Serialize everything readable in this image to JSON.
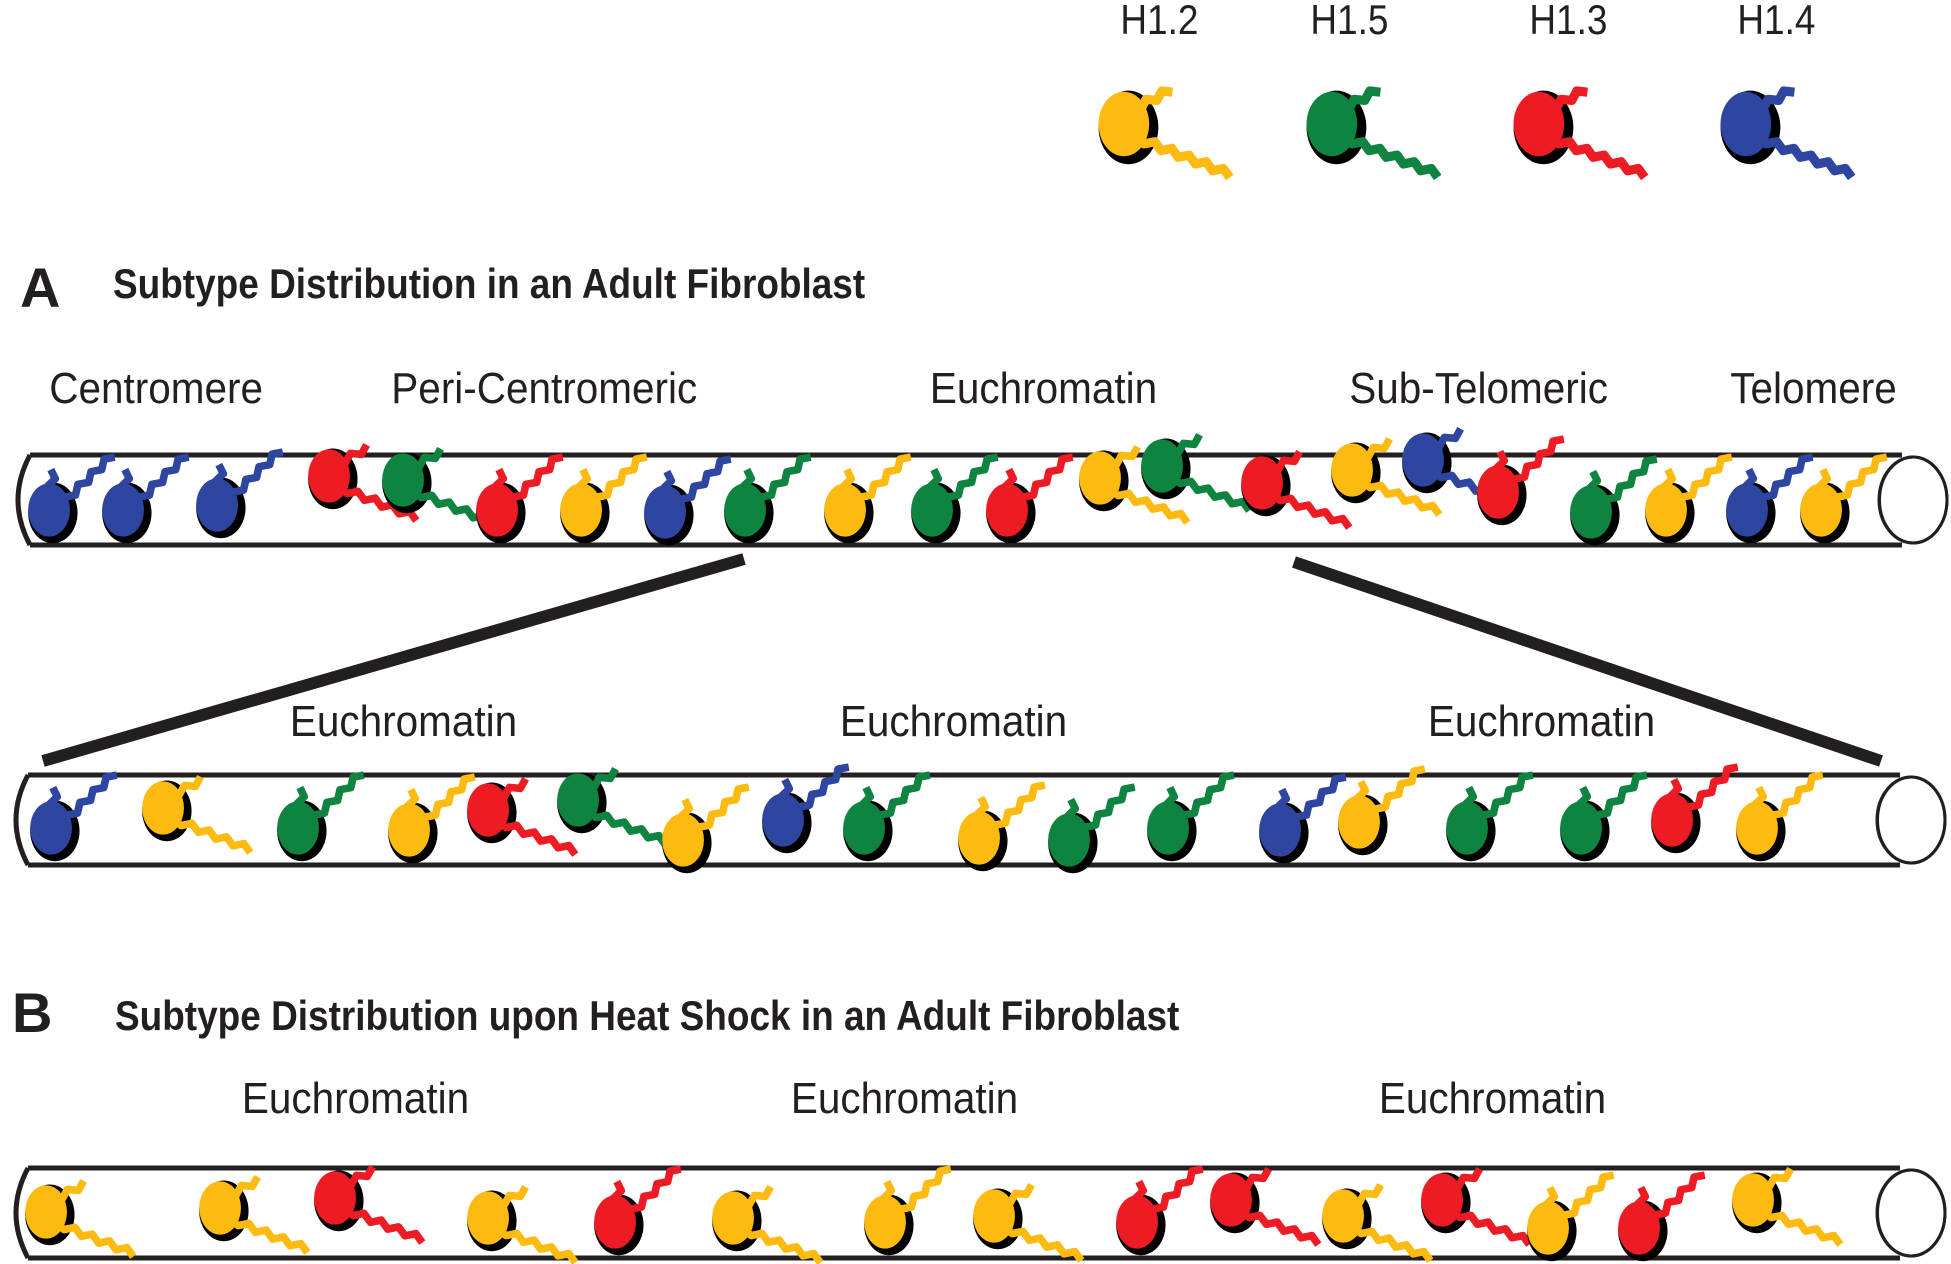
{
  "legend": {
    "items": [
      {
        "label": "H1.2",
        "color": "#fdbb12"
      },
      {
        "label": "H1.5",
        "color": "#0f8440"
      },
      {
        "label": "H1.3",
        "color": "#ed1c24"
      },
      {
        "label": "H1.4",
        "color": "#2e46a0"
      }
    ]
  },
  "colors": {
    "H1.2": "#fdbb12",
    "H1.5": "#0f8440",
    "H1.3": "#ed1c24",
    "H1.4": "#2e46a0",
    "outline": "#000000",
    "text": "#231f20"
  },
  "panel_a": {
    "letter": "A",
    "title": "Subtype Distribution in an Adult Fibroblast",
    "regions": [
      "Centromere",
      "Peri-Centromeric",
      "Euchromatin",
      "Sub-Telomeric",
      "Telomere"
    ],
    "fiber": [
      {
        "subtype": "H1.4",
        "pose": "bound"
      },
      {
        "subtype": "H1.4",
        "pose": "bound"
      },
      {
        "subtype": "H1.4",
        "pose": "bound"
      },
      {
        "subtype": "H1.3",
        "pose": "loose"
      },
      {
        "subtype": "H1.5",
        "pose": "loose"
      },
      {
        "subtype": "H1.3",
        "pose": "bound"
      },
      {
        "subtype": "H1.2",
        "pose": "bound"
      },
      {
        "subtype": "H1.4",
        "pose": "bound"
      },
      {
        "subtype": "H1.5",
        "pose": "bound"
      },
      {
        "subtype": "H1.2",
        "pose": "bound"
      },
      {
        "subtype": "H1.5",
        "pose": "bound"
      },
      {
        "subtype": "H1.3",
        "pose": "bound"
      },
      {
        "subtype": "H1.2",
        "pose": "loose"
      },
      {
        "subtype": "H1.5",
        "pose": "loose"
      },
      {
        "subtype": "H1.3",
        "pose": "loose"
      },
      {
        "subtype": "H1.2",
        "pose": "loose"
      },
      {
        "subtype": "H1.4",
        "pose": "loose"
      },
      {
        "subtype": "H1.3",
        "pose": "bound"
      },
      {
        "subtype": "H1.5",
        "pose": "bound"
      },
      {
        "subtype": "H1.2",
        "pose": "bound"
      },
      {
        "subtype": "H1.4",
        "pose": "bound"
      },
      {
        "subtype": "H1.2",
        "pose": "bound"
      }
    ],
    "zoom_regions": [
      "Euchromatin",
      "Euchromatin",
      "Euchromatin"
    ],
    "zoom_fiber": [
      {
        "subtype": "H1.4",
        "pose": "bound"
      },
      {
        "subtype": "H1.2",
        "pose": "loose"
      },
      {
        "subtype": "H1.5",
        "pose": "bound"
      },
      {
        "subtype": "H1.2",
        "pose": "bound"
      },
      {
        "subtype": "H1.3",
        "pose": "loose"
      },
      {
        "subtype": "H1.5",
        "pose": "loose"
      },
      {
        "subtype": "H1.2",
        "pose": "bound"
      },
      {
        "subtype": "H1.4",
        "pose": "bound"
      },
      {
        "subtype": "H1.5",
        "pose": "bound"
      },
      {
        "subtype": "H1.2",
        "pose": "bound"
      },
      {
        "subtype": "H1.5",
        "pose": "bound"
      },
      {
        "subtype": "H1.5",
        "pose": "bound"
      },
      {
        "subtype": "H1.4",
        "pose": "bound"
      },
      {
        "subtype": "H1.2",
        "pose": "bound"
      },
      {
        "subtype": "H1.5",
        "pose": "bound"
      },
      {
        "subtype": "H1.5",
        "pose": "bound"
      },
      {
        "subtype": "H1.3",
        "pose": "bound"
      },
      {
        "subtype": "H1.2",
        "pose": "bound"
      }
    ]
  },
  "panel_b": {
    "letter": "B",
    "title": "Subtype Distribution upon Heat Shock in an Adult Fibroblast",
    "regions": [
      "Euchromatin",
      "Euchromatin",
      "Euchromatin"
    ],
    "fiber": [
      {
        "subtype": "H1.2",
        "pose": "loose"
      },
      {
        "subtype": "H1.2",
        "pose": "loose"
      },
      {
        "subtype": "H1.3",
        "pose": "loose"
      },
      {
        "subtype": "H1.2",
        "pose": "loose"
      },
      {
        "subtype": "H1.3",
        "pose": "bound"
      },
      {
        "subtype": "H1.2",
        "pose": "loose"
      },
      {
        "subtype": "H1.2",
        "pose": "bound"
      },
      {
        "subtype": "H1.2",
        "pose": "loose"
      },
      {
        "subtype": "H1.3",
        "pose": "bound"
      },
      {
        "subtype": "H1.3",
        "pose": "loose"
      },
      {
        "subtype": "H1.2",
        "pose": "loose"
      },
      {
        "subtype": "H1.3",
        "pose": "loose"
      },
      {
        "subtype": "H1.2",
        "pose": "bound"
      },
      {
        "subtype": "H1.3",
        "pose": "bound"
      },
      {
        "subtype": "H1.2",
        "pose": "loose"
      }
    ]
  }
}
